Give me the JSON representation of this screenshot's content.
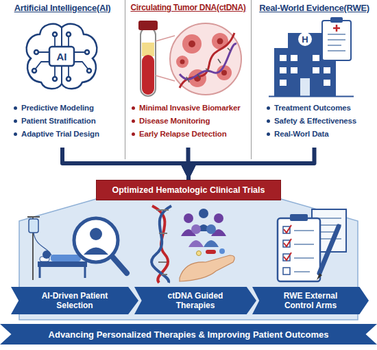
{
  "diagram": {
    "nodes": [
      {
        "text": [
          "Artificial Intelligence(AI)",
          "Predictive Modeling",
          "Patient Stratification",
          "Adaptive Trial Design"
        ]
      },
      {
        "text": [
          "Circulating Tumor DNA(ctDNA)",
          "Minimal Invasive Biomarker",
          "Disease Monitoring",
          "Early Relapse Detection"
        ]
      },
      {
        "text": [
          "Real-World Evidence(RWE)",
          "Treatment Outcomes",
          "Safety & Effectiveness",
          "Real-Worl Data"
        ]
      },
      {
        "text": [
          "Optimized Hematologic Clinical Trials"
        ]
      },
      {
        "text": [
          "AI-Driven Patient Selection"
        ]
      },
      {
        "text": [
          "ctDNA Guided Therapies"
        ]
      },
      {
        "text": [
          "RWE External Control Arms"
        ]
      },
      {
        "text": [
          "Advancing Personalized Therapies & Improving Patient Outcomes"
        ]
      }
    ],
    "edges": [
      {
        "from": 0,
        "to": 3,
        "arrow": "to"
      },
      {
        "from": 1,
        "to": 3,
        "arrow": "to"
      },
      {
        "from": 2,
        "to": 3,
        "arrow": "to"
      }
    ],
    "labels": [
      "AI",
      "H"
    ]
  }
}
